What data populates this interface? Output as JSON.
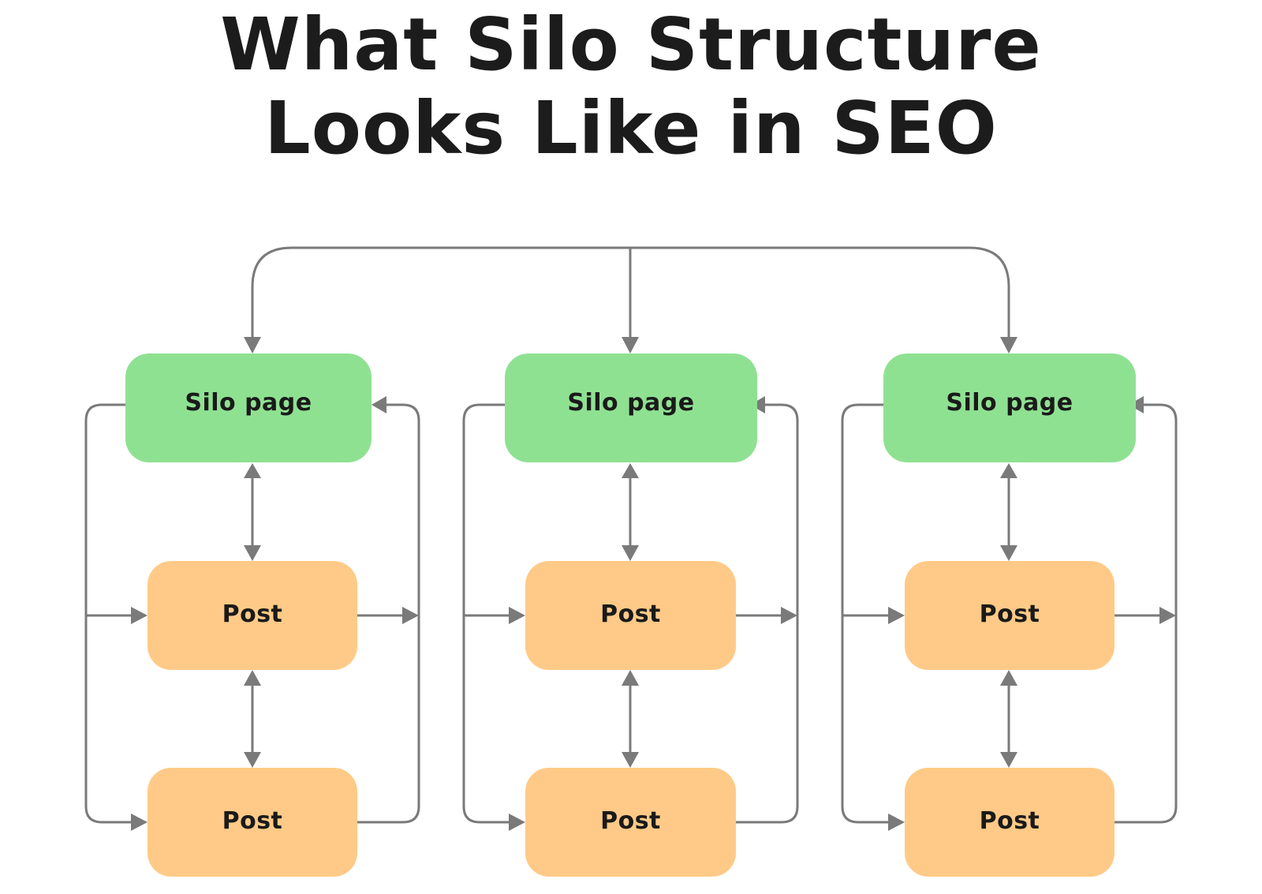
{
  "title": {
    "line1": "What Silo Structure",
    "line2": "Looks Like in SEO"
  },
  "colors": {
    "silo_fill": "#8fe192",
    "post_fill": "#ffca87",
    "connector": "#7a7a7a",
    "text": "#1a1a1a"
  },
  "columns": [
    {
      "silo": {
        "label": "Silo page"
      },
      "posts": [
        {
          "label": "Post"
        },
        {
          "label": "Post"
        }
      ]
    },
    {
      "silo": {
        "label": "Silo page"
      },
      "posts": [
        {
          "label": "Post"
        },
        {
          "label": "Post"
        }
      ]
    },
    {
      "silo": {
        "label": "Silo page"
      },
      "posts": [
        {
          "label": "Post"
        },
        {
          "label": "Post"
        }
      ]
    }
  ]
}
